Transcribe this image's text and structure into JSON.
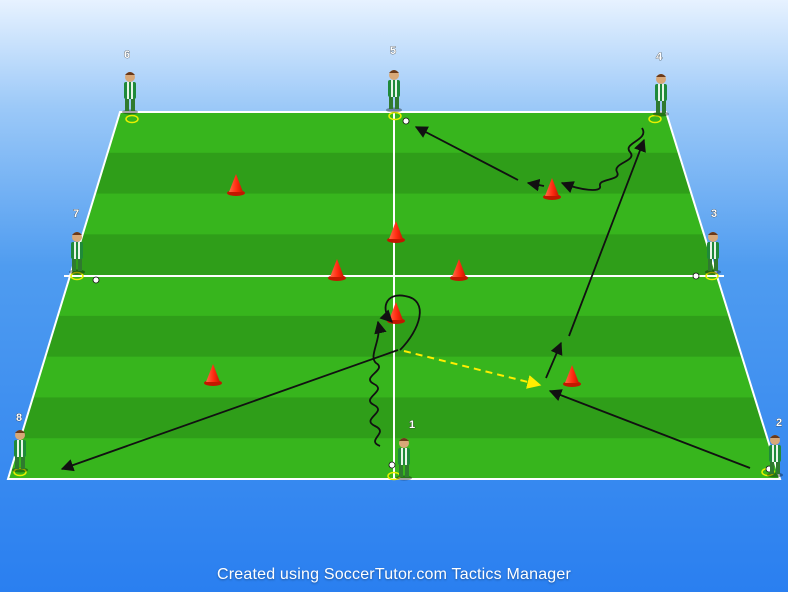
{
  "credit": "Created using SoccerTutor.com Tactics Manager",
  "colors": {
    "grass_light": "#37b51d",
    "grass_dark": "#2f9e19",
    "line": "#ffffff",
    "cone": "#ff3b1f",
    "shirt": "#1f8a3a",
    "pass_arrow": "#111111",
    "dribble": "#111111",
    "dashed_pass": "#ffee00",
    "marker_ring": "#e8f000"
  },
  "players": [
    {
      "number": "1"
    },
    {
      "number": "2"
    },
    {
      "number": "3"
    },
    {
      "number": "4"
    },
    {
      "number": "5"
    },
    {
      "number": "6"
    },
    {
      "number": "7"
    },
    {
      "number": "8"
    }
  ]
}
